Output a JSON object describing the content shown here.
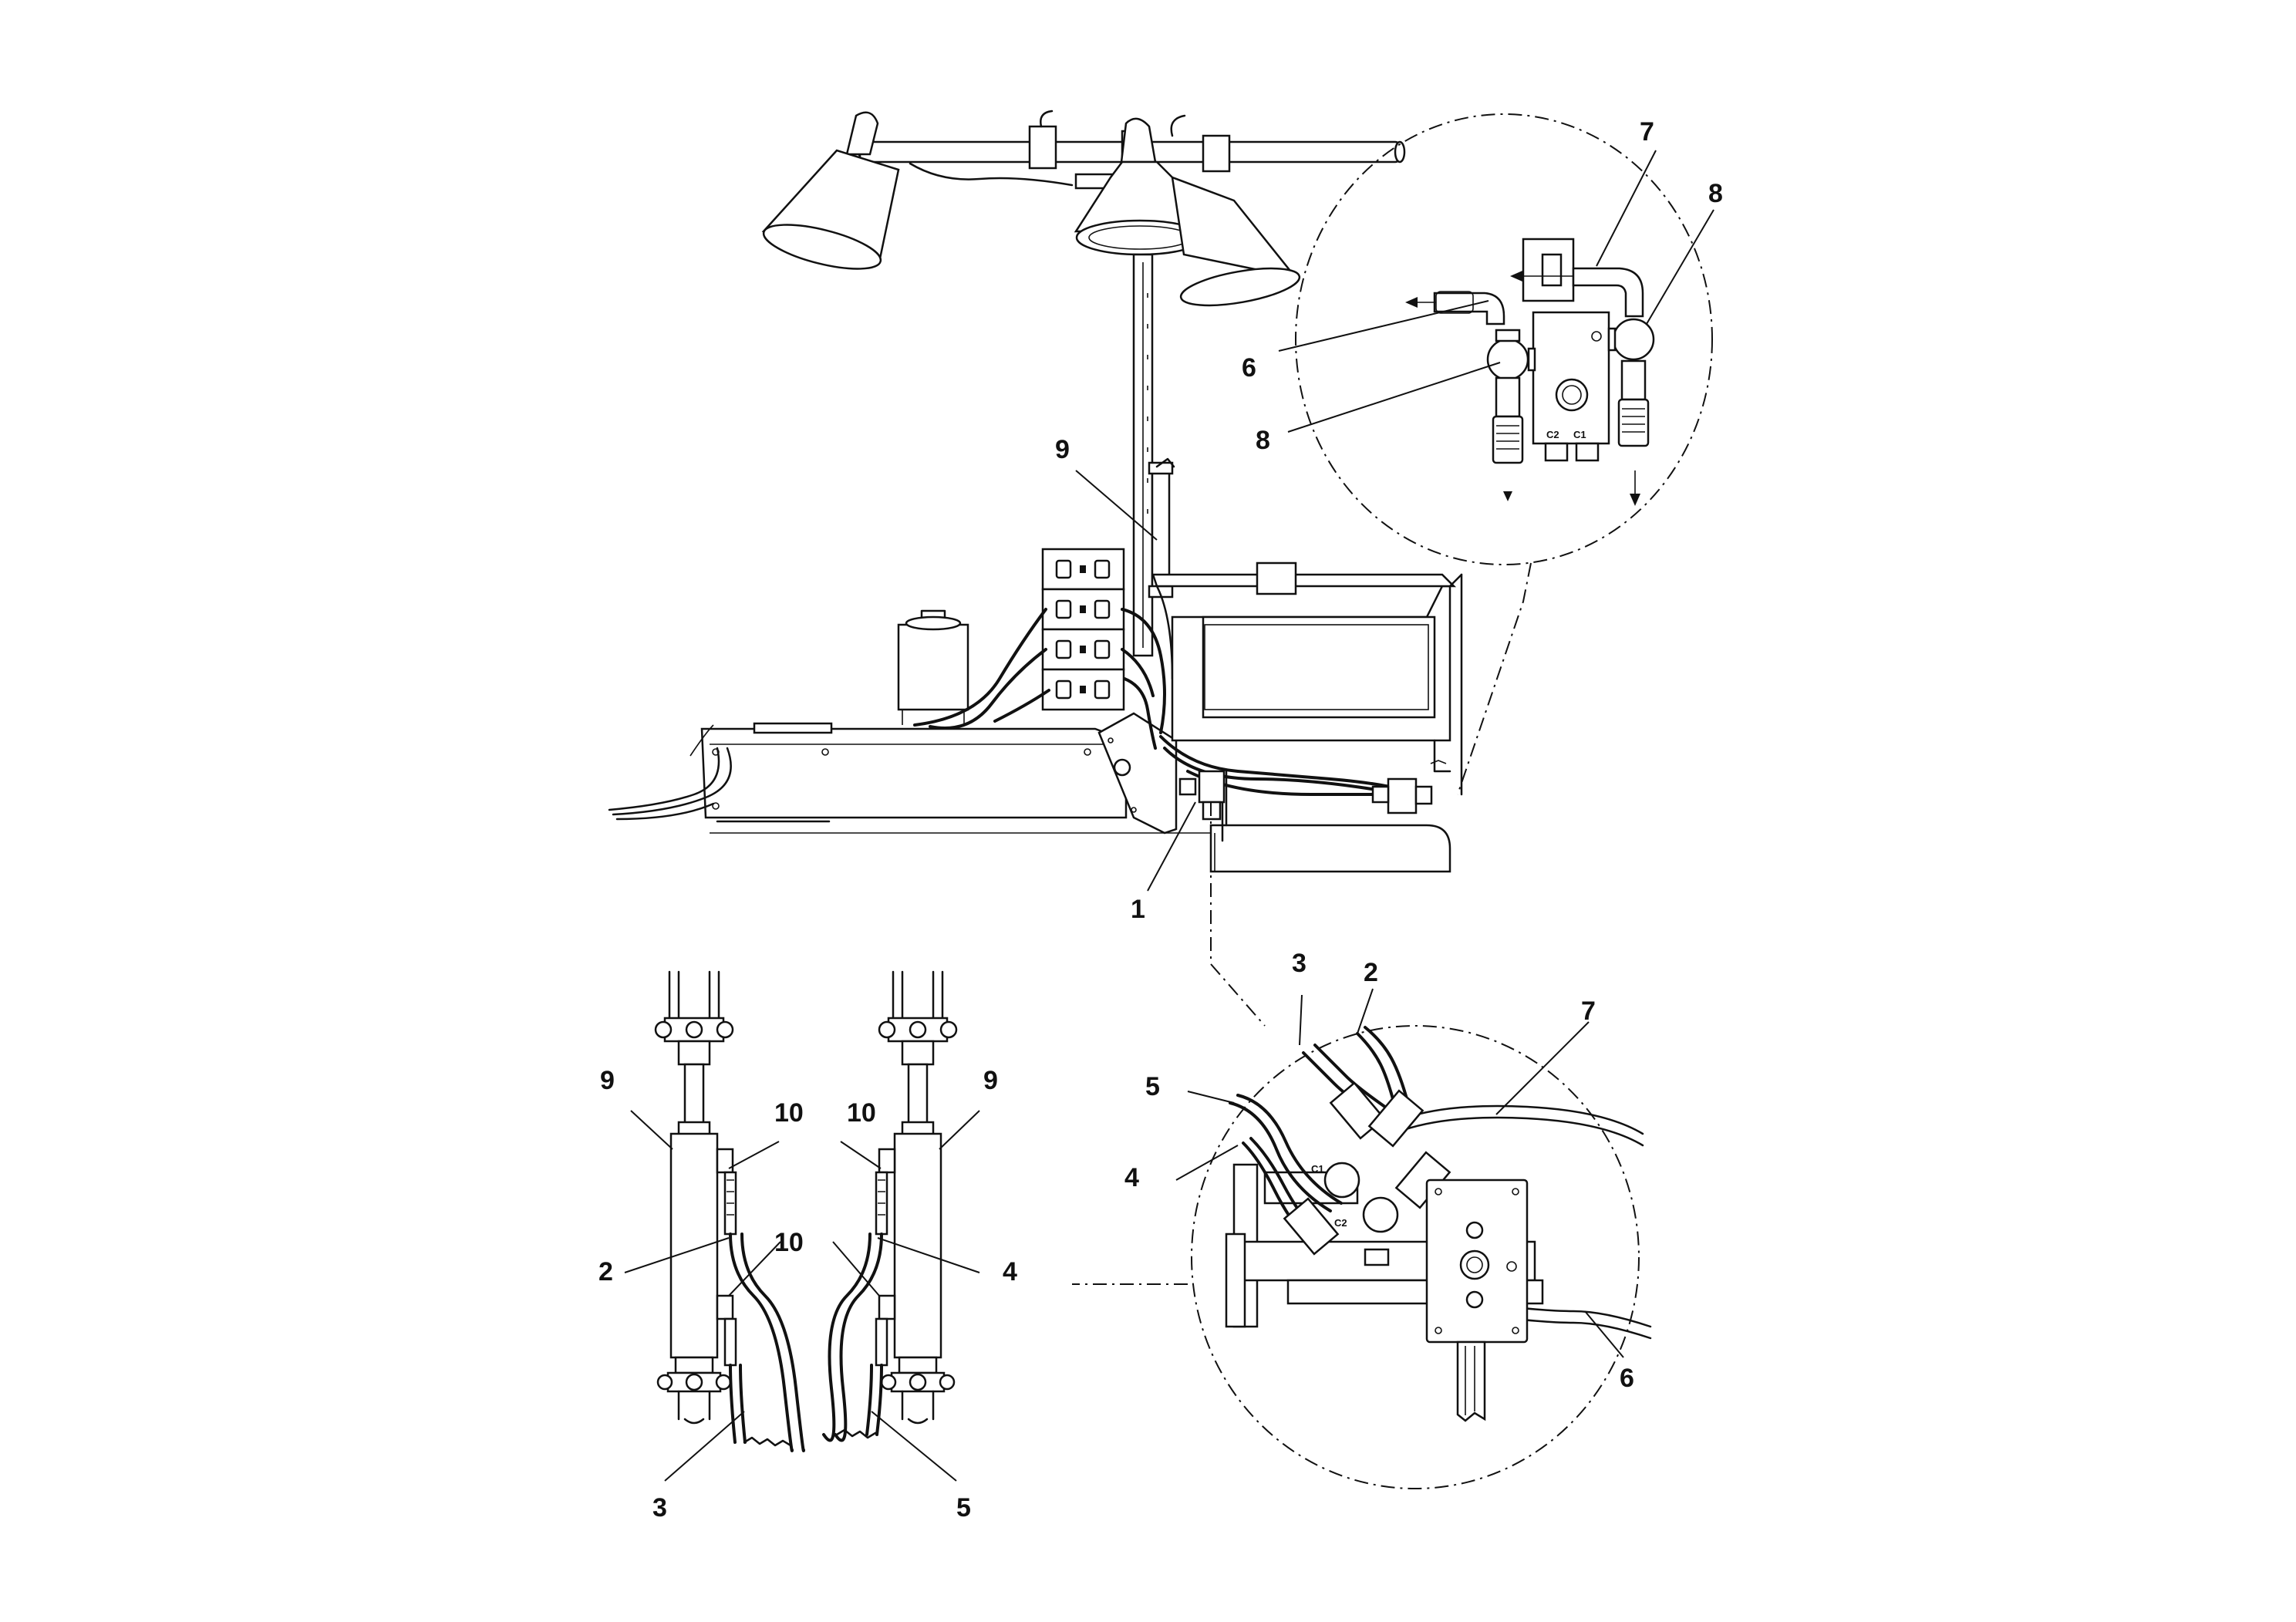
{
  "callouts": {
    "c1": "1",
    "c2a": "2",
    "c2b": "2",
    "c3a": "3",
    "c3b": "3",
    "c4a": "4",
    "c4b": "4",
    "c5a": "5",
    "c5b": "5",
    "c6a": "6",
    "c6b": "6",
    "c7a": "7",
    "c7b": "7",
    "c8a": "8",
    "c8b": "8",
    "c9a": "9",
    "c9b": "9",
    "c9c": "9",
    "c10a": "10",
    "c10b": "10",
    "c10c": "10"
  },
  "ports": {
    "top_c1": "C1",
    "top_c2": "C2",
    "bot_c1": "C1",
    "bot_c2": "C2"
  }
}
